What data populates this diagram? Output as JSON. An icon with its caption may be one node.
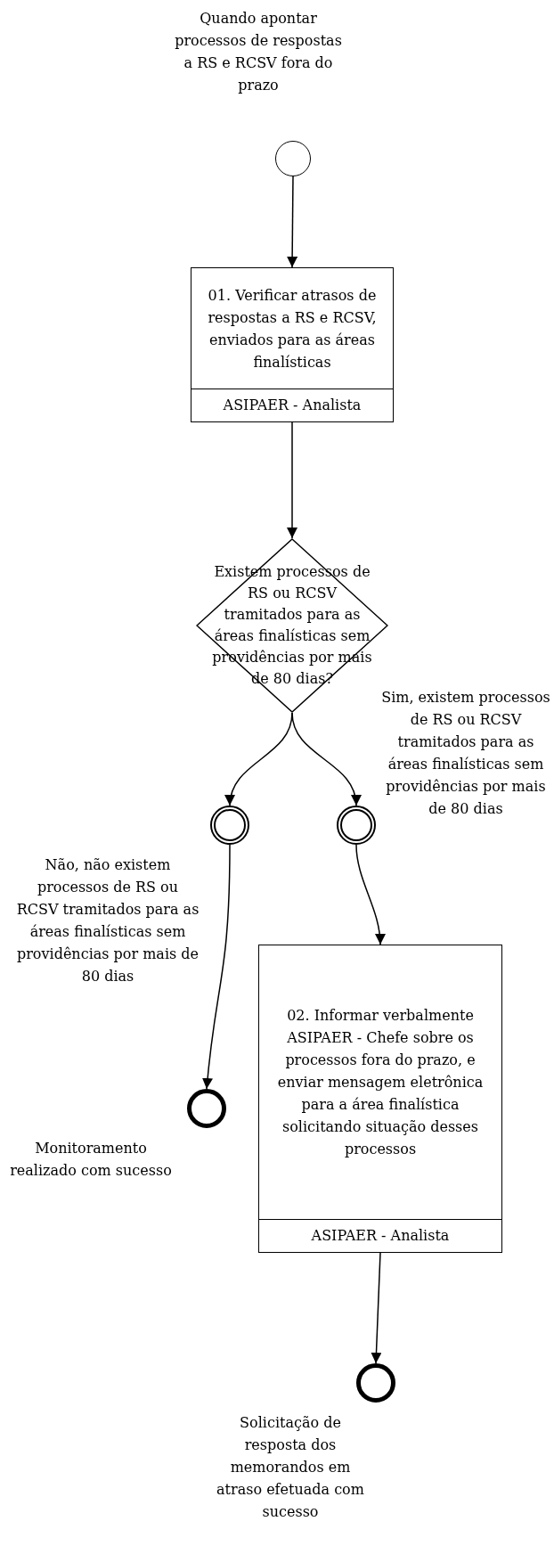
{
  "diagram": {
    "nodes": [
      {
        "text": [],
        "shape": "circle",
        "beside": [
          "Quando apontar processos de respostas a RS e RCSV fora do prazo"
        ]
      },
      {
        "text": [
          "01. Verificar atrasos de respostas a RS e RCSV, enviados para as áreas finalísticas",
          "ASIPAER - Analista"
        ]
      },
      {
        "text": [
          "Existem processos de RS ou RCSV tramitados para as áreas finalísticas sem providências por mais de 80 dias?"
        ]
      },
      {
        "text": [],
        "shape": "circle"
      },
      {
        "text": [],
        "shape": "circle"
      },
      {
        "text": [],
        "shape": "circle",
        "beside": [
          "Monitoramento realizado com sucesso"
        ]
      },
      {
        "text": [
          "02. Informar verbalmente ASIPAER - Chefe sobre os processos fora do prazo, e enviar mensagem eletrônica para a área finalística solicitando situação desses processos",
          "ASIPAER - Analista"
        ]
      },
      {
        "text": [],
        "shape": "circle",
        "beside": [
          "Solicitação de resposta dos memorandos em atraso efetuada com sucesso"
        ]
      }
    ],
    "edges": [
      {
        "from": 0,
        "to": 1,
        "arrow": "to"
      },
      {
        "from": 1,
        "to": 2,
        "arrow": "to"
      },
      {
        "from": 2,
        "to": 3,
        "arrow": "to"
      },
      {
        "from": 2,
        "to": 4,
        "arrow": "to",
        "label": "Sim, existem processos de RS ou RCSV tramitados para as áreas finalísticas sem providências por mais de 80 dias"
      },
      {
        "from": 3,
        "to": 5,
        "arrow": "to",
        "label": "Não, não existem processos de RS ou RCSV tramitados para as áreas finalísticas sem providências por mais de 80 dias"
      },
      {
        "from": 4,
        "to": 6,
        "arrow": "to"
      },
      {
        "from": 6,
        "to": 7,
        "arrow": "to"
      }
    ]
  }
}
